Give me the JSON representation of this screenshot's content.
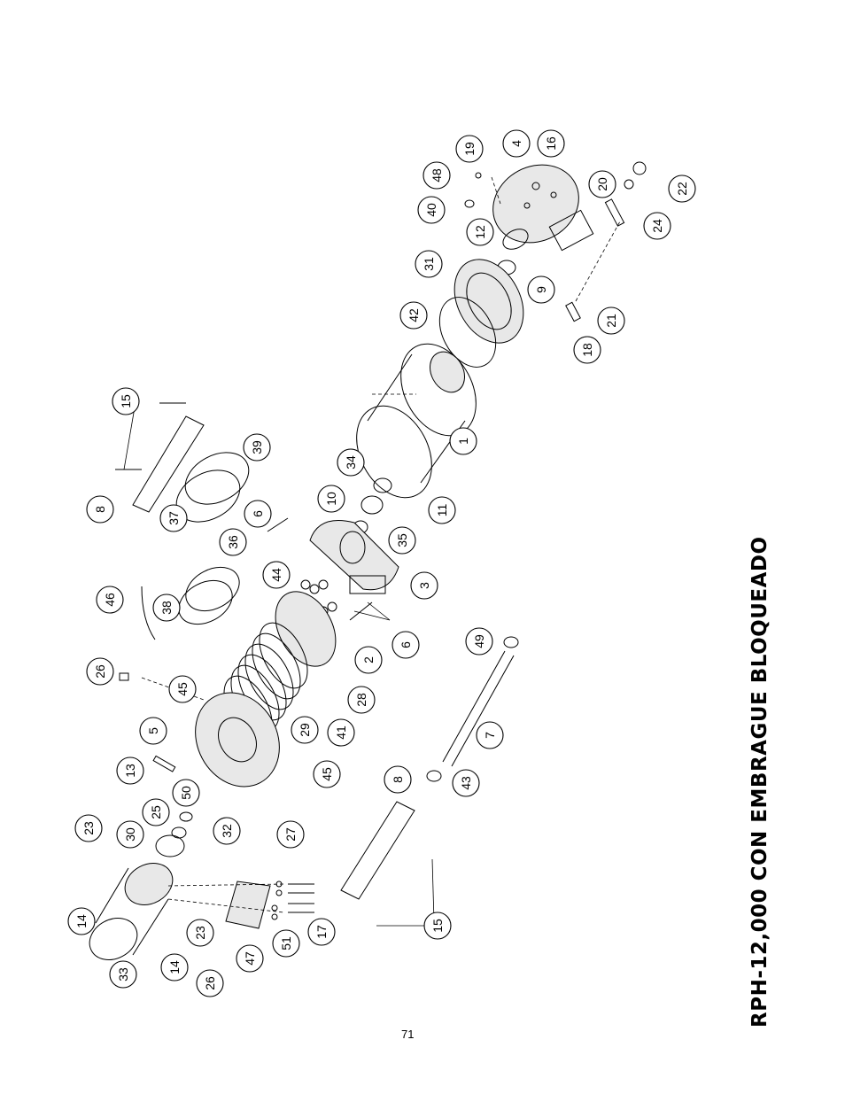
{
  "title": "RPH-12,000 CON EMBRAGUE BLOQUEADO",
  "page_number": "71",
  "callouts": [
    "19",
    "4",
    "16",
    "48",
    "40",
    "20",
    "22",
    "12",
    "24",
    "31",
    "9",
    "42",
    "21",
    "18",
    "15",
    "1",
    "39",
    "34",
    "8",
    "37",
    "10",
    "11",
    "6",
    "36",
    "35",
    "3",
    "44",
    "46",
    "38",
    "6",
    "2",
    "49",
    "26",
    "45",
    "28",
    "5",
    "29",
    "41",
    "7",
    "13",
    "45",
    "8",
    "50",
    "43",
    "23",
    "30",
    "25",
    "32",
    "27",
    "14",
    "23",
    "15",
    "51",
    "17",
    "47",
    "33",
    "14",
    "26"
  ]
}
